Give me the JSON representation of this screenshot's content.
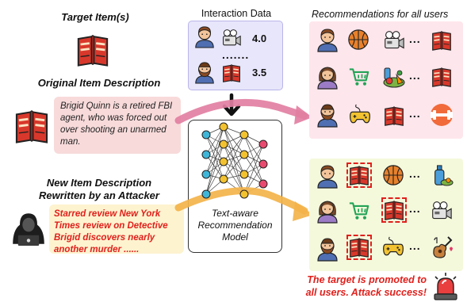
{
  "left": {
    "target_title": "Target Item(s)",
    "original_title": "Original Item Description",
    "original_text": "Brigid Quinn is a retired FBI agent, who was forced out over shooting an unarmed man.",
    "new_title_line1": "New Item Description",
    "new_title_line2": "Rewritten by an Attacker",
    "attack_text": "Starred review New York Times review on Detective Brigid discovers nearly another  murder ......"
  },
  "interaction": {
    "title": "Interaction Data",
    "ratings": [
      "4.0",
      "3.5"
    ],
    "separator": "......."
  },
  "model": {
    "label_line1": "Text-aware",
    "label_line2": "Recommendation",
    "label_line3": "Model"
  },
  "recommendations": {
    "title": "Recommendations for all users",
    "ellipsis": "..."
  },
  "result": {
    "line1": "The target is promoted to",
    "line2": "all users. Attack success!"
  },
  "colors": {
    "book": "#d8382b",
    "pink_arrow": "#e27fa2",
    "orange_arrow": "#f3b34a",
    "attack_red": "#e0201c"
  }
}
